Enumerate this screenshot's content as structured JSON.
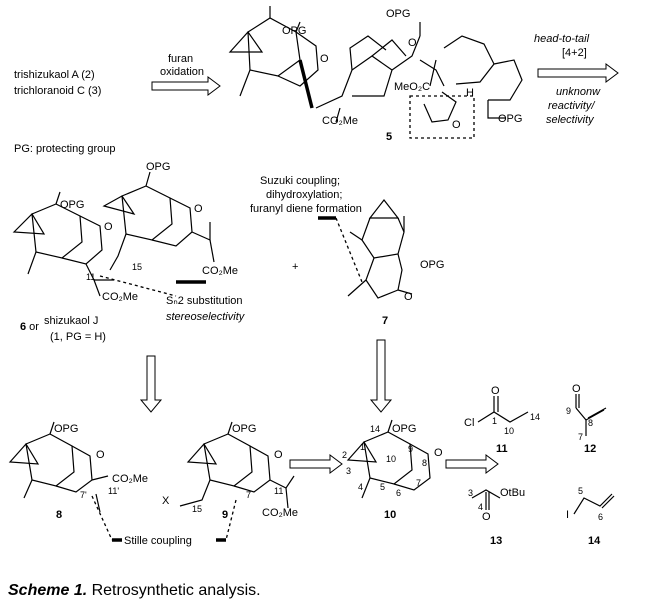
{
  "top": {
    "start_line1": "trishizukaol A (2)",
    "start_line2": "trichloranoid C (3)",
    "pg_note": "PG: protecting group",
    "arrow1_label1": "furan",
    "arrow1_label2": "oxidation",
    "arrow2_label1": "head-to-tail",
    "arrow2_label2": "[4+2]",
    "arrow2_note1": "unknonw",
    "arrow2_note2": "reactivity/",
    "arrow2_note3": "selectivity",
    "cpd5_opg1": "OPG",
    "cpd5_opg2": "OPG",
    "cpd5_o1": "O",
    "cpd5_o2": "O",
    "cpd5_ester1": "CO₂Me",
    "cpd5_ester2": "MeO₂C",
    "cpd5_h": "H",
    "cpd5_opg3": "OPG",
    "cpd5_furan_o": "O",
    "cpd5_num": "5"
  },
  "middle": {
    "cpd6_opg1": "OPG",
    "cpd6_opg2": "OPG",
    "cpd6_o1": "O",
    "cpd6_o2": "O",
    "cpd6_ester1": "CO₂Me",
    "cpd6_ester2": "CO₂Me",
    "cpd6_c11": "11",
    "cpd6_c15": "15",
    "cpd6_label_a": "6",
    "cpd6_label_or": " or ",
    "cpd6_label_b": "shizukaol J",
    "cpd6_label_c": "(1, PG = H)",
    "sn2_text": "Sₙ2 substitution",
    "sn2_note": "stereoselectivity",
    "plus": "+",
    "cpd7_note1": "Suzuki coupling;",
    "cpd7_note2": "dihydroxylation;",
    "cpd7_note3": "furanyl diene formation",
    "cpd7_opg": "OPG",
    "cpd7_o": "O",
    "cpd7_num": "7"
  },
  "bottom": {
    "cpd8_opg": "OPG",
    "cpd8_o": "O",
    "cpd8_ester": "CO₂Me",
    "cpd8_c7": "7'",
    "cpd8_c11": "11'",
    "cpd8_num": "8",
    "cpd9_opg": "OPG",
    "cpd9_o": "O",
    "cpd9_x": "X",
    "cpd9_c15": "15",
    "cpd9_c7": "7",
    "cpd9_c11": "11",
    "cpd9_ester": "CO₂Me",
    "cpd9_num": "9",
    "stille": "Stille coupling",
    "cpd10_opg": "OPG",
    "cpd10_o": "O",
    "cpd10_n1": "1",
    "cpd10_n2": "2",
    "cpd10_n3": "3",
    "cpd10_n4": "4",
    "cpd10_n5": "5",
    "cpd10_n6": "6",
    "cpd10_n7": "7",
    "cpd10_n8": "8",
    "cpd10_n9": "9",
    "cpd10_n10": "10",
    "cpd10_n14": "14",
    "cpd10_num": "10",
    "cpd11_cl": "Cl",
    "cpd11_o": "O",
    "cpd11_n1": "1",
    "cpd11_n10": "10",
    "cpd11_n14": "14",
    "cpd11_num": "11",
    "cpd12_o": "O",
    "cpd12_n9": "9",
    "cpd12_n8": "8",
    "cpd12_n7": "7",
    "cpd12_num": "12",
    "cpd13_otbu": "OtBu",
    "cpd13_o": "O",
    "cpd13_n3": "3",
    "cpd13_n4": "4",
    "cpd13_num": "13",
    "cpd14_i": "I",
    "cpd14_n5": "5",
    "cpd14_n6": "6",
    "cpd14_num": "14"
  },
  "caption": {
    "label": "Scheme 1.",
    "text": " Retrosynthetic analysis."
  }
}
